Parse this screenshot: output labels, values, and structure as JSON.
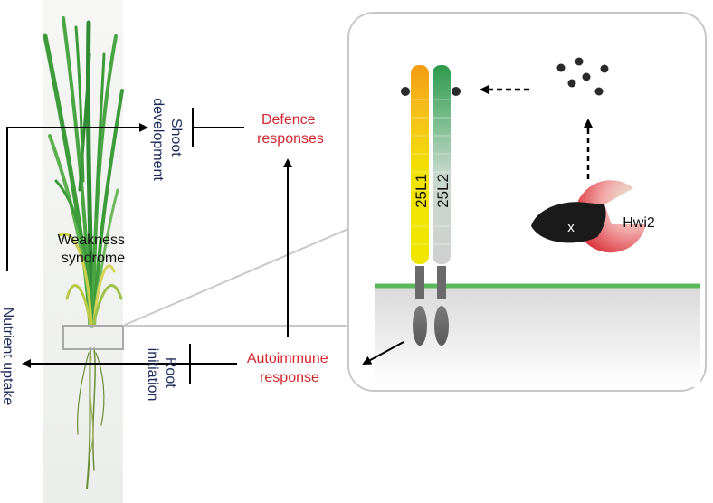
{
  "labels": {
    "shoot_development": [
      "Shoot",
      "development"
    ],
    "defence_responses": [
      "Defence",
      "responses"
    ],
    "weakness_syndrome": [
      "Weakness",
      "syndrome"
    ],
    "nutrient_uptake": "Nutrient uptake",
    "root_initiation": [
      "Root",
      "initiation"
    ],
    "autoimmune_response": [
      "Autoimmune",
      "response"
    ],
    "receptor_1": "25L1",
    "receptor_2": "25L2",
    "protein_x": "x",
    "hwi2": "Hwi2"
  },
  "colors": {
    "red_text": "#d3262e",
    "navy_text": "#1c2a5a",
    "leaf_green": "#3d9b3a",
    "membrane_green": "#5cb85c",
    "receptor_yellow": "#f2d400",
    "receptor_orange": "#f39c12",
    "receptor_green": "#2e9a4c",
    "hwi2_red": "#d7262e"
  }
}
